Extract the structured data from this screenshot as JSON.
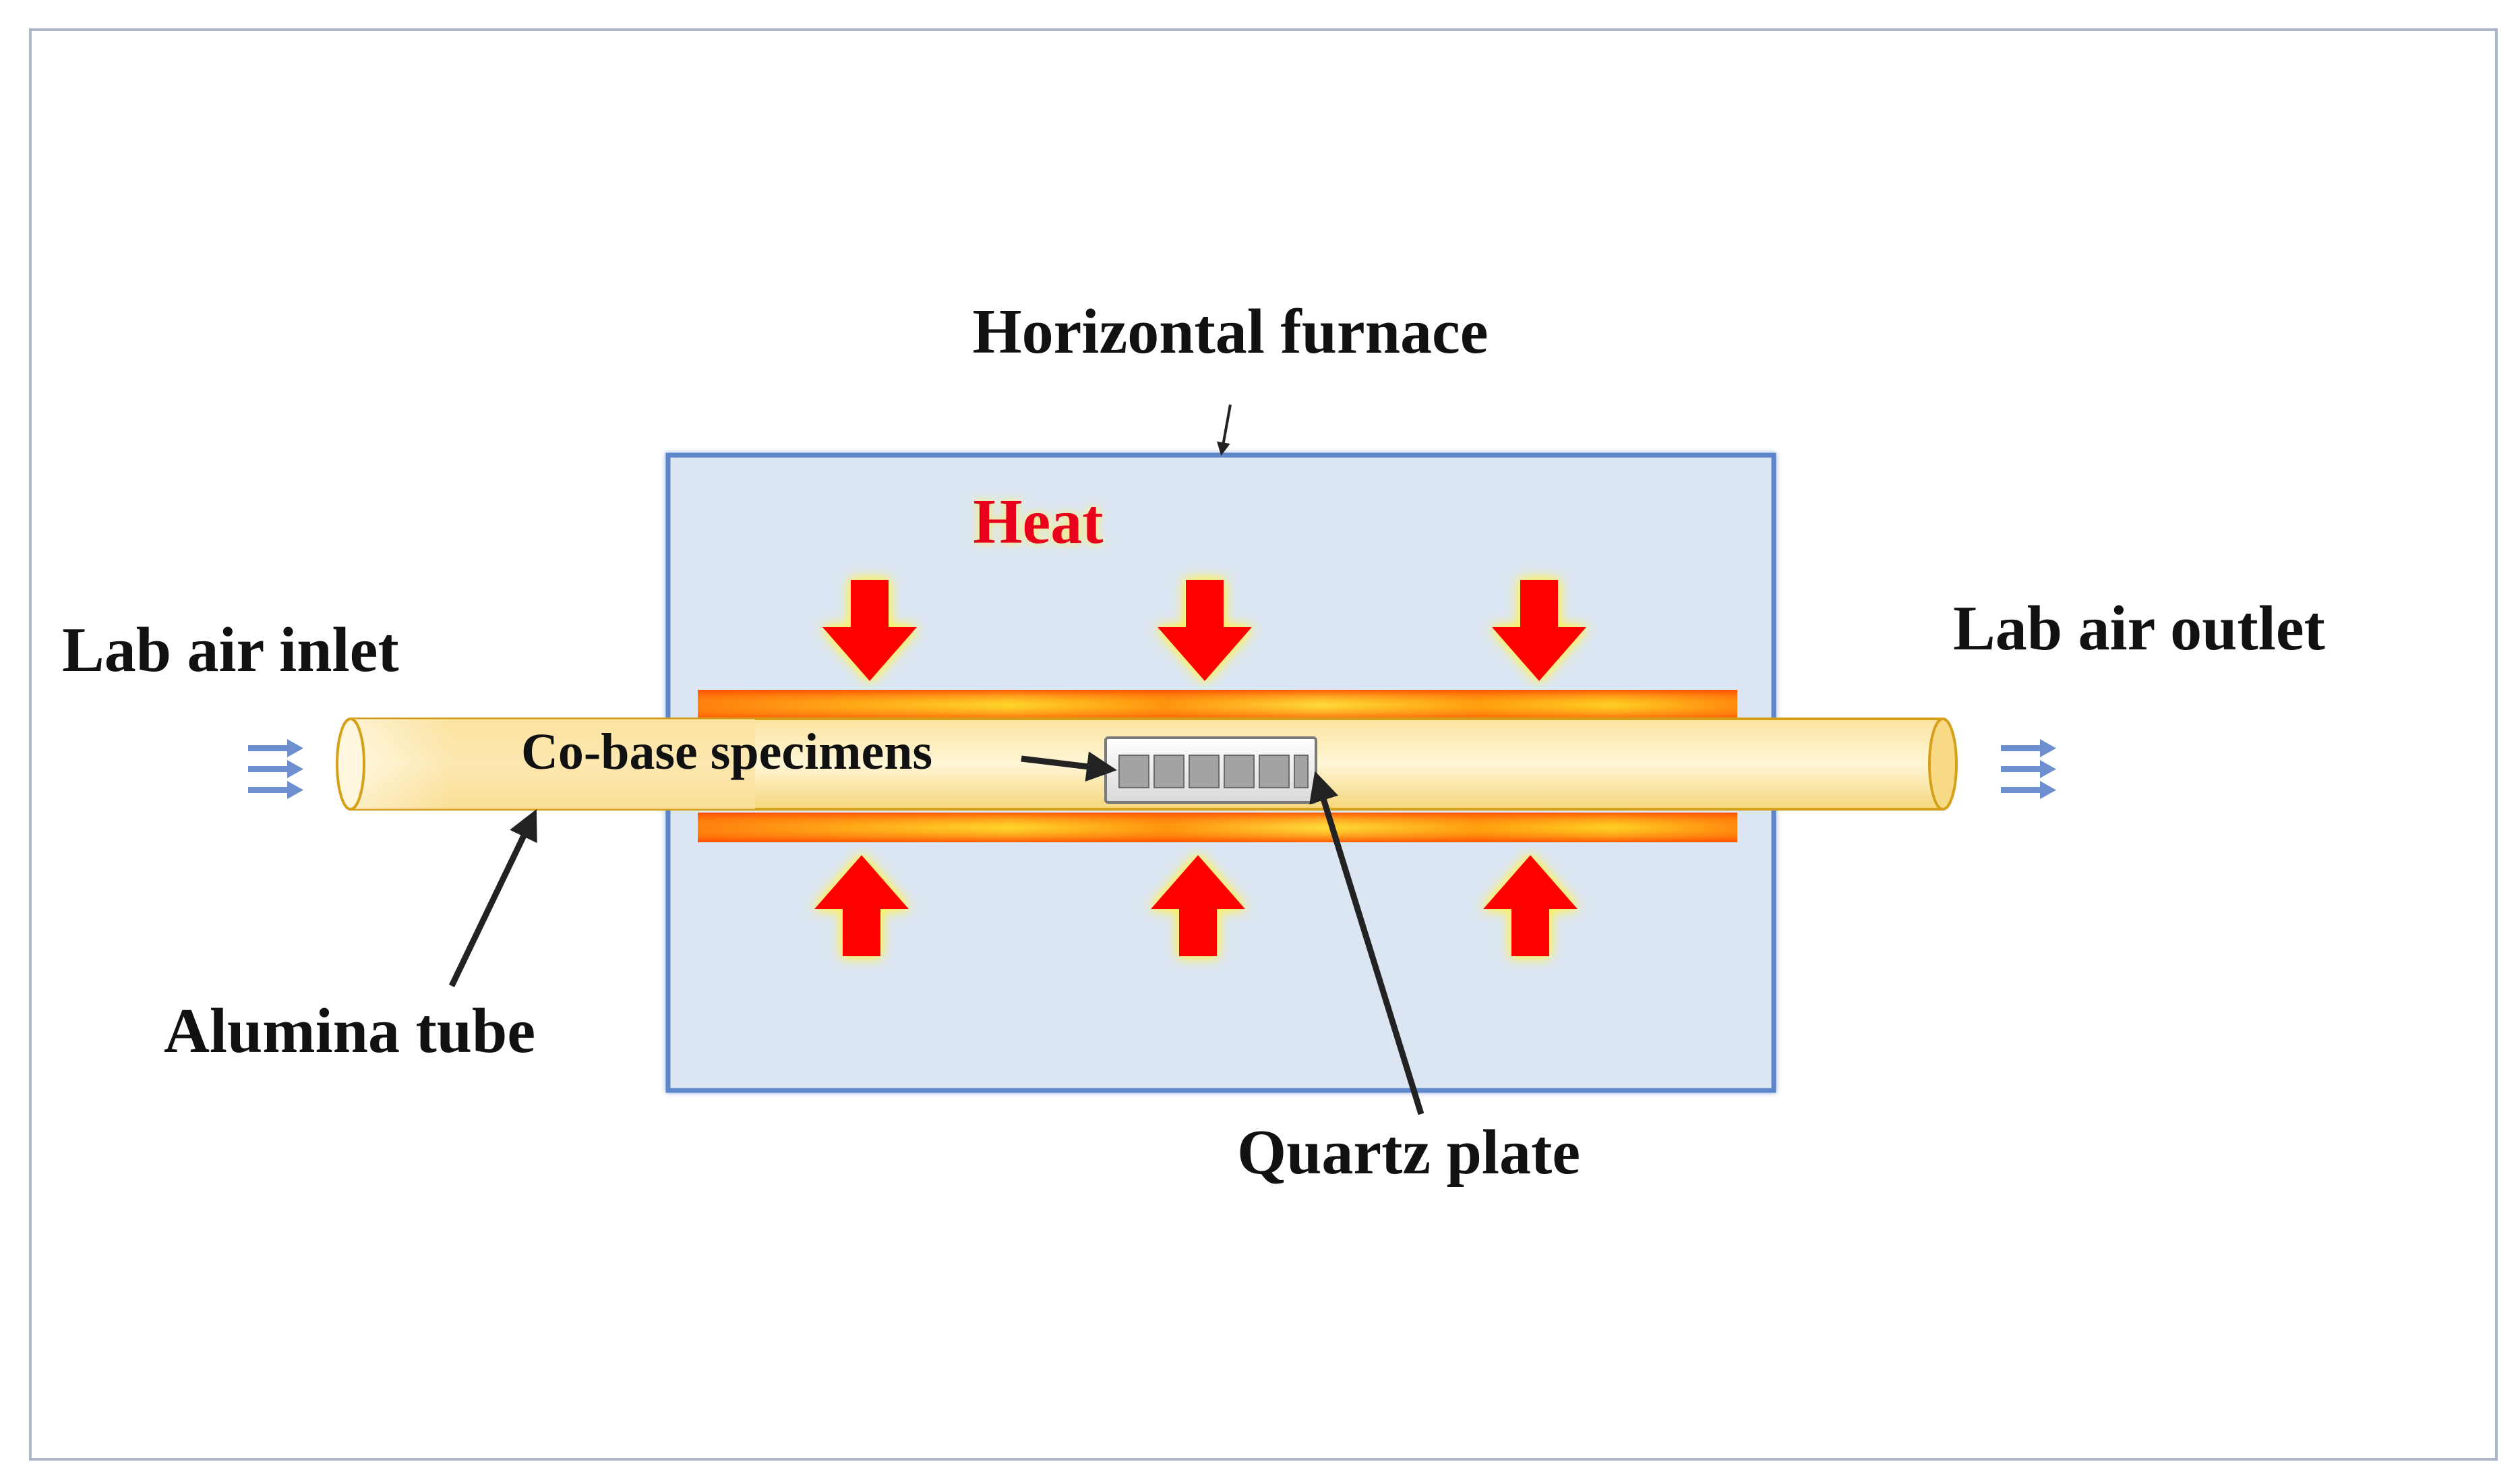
{
  "diagram": {
    "labels": {
      "furnace": "Horizontal furnace",
      "heat": "Heat",
      "inlet": "Lab air inlet",
      "outlet": "Lab air outlet",
      "specimens": "Co-base specimens",
      "tube": "Alumina tube",
      "plate": "Quartz plate"
    },
    "colors": {
      "frame_border": "#aeb7c9",
      "furnace_fill": "#dce6f2",
      "furnace_border": "#5b86c9",
      "heat_text": "#e8001c",
      "heat_arrow": "#ff0000",
      "arrow_glow": "#ffff66",
      "tube_fill": "#fde9a9",
      "tube_border": "#d6a11a",
      "heater_orange": "#ff6a00",
      "heater_yellow": "#ffe12a",
      "airflow_arrow": "#6e8fcf",
      "leader_line": "#222222"
    },
    "icons": {
      "heat_arrows": "red-arrow-icon",
      "airflow": "triple-arrow-icon"
    }
  }
}
